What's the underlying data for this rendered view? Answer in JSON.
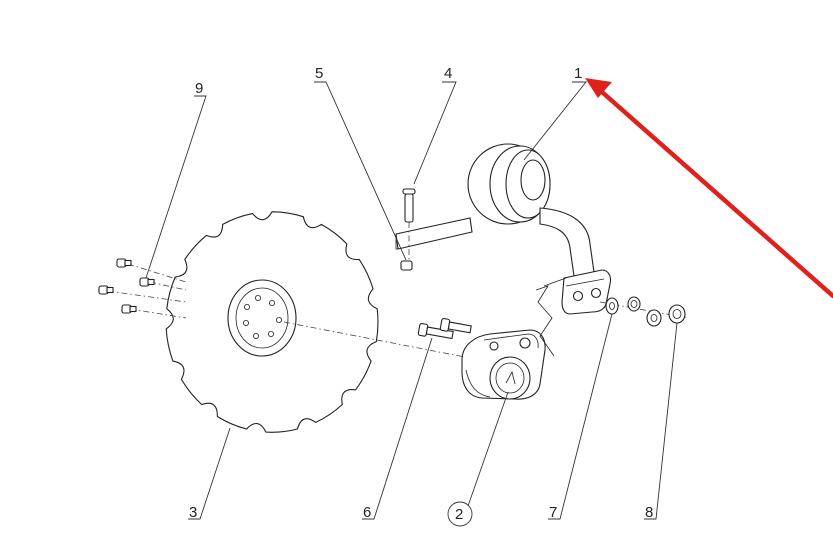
{
  "diagram": {
    "callouts": [
      {
        "id": "1",
        "label": "1"
      },
      {
        "id": "2",
        "label": "2"
      },
      {
        "id": "3",
        "label": "3"
      },
      {
        "id": "4",
        "label": "4"
      },
      {
        "id": "5",
        "label": "5"
      },
      {
        "id": "6",
        "label": "6"
      },
      {
        "id": "7",
        "label": "7"
      },
      {
        "id": "8",
        "label": "8"
      },
      {
        "id": "9",
        "label": "9"
      }
    ],
    "arrow_color": "#e0201c"
  }
}
